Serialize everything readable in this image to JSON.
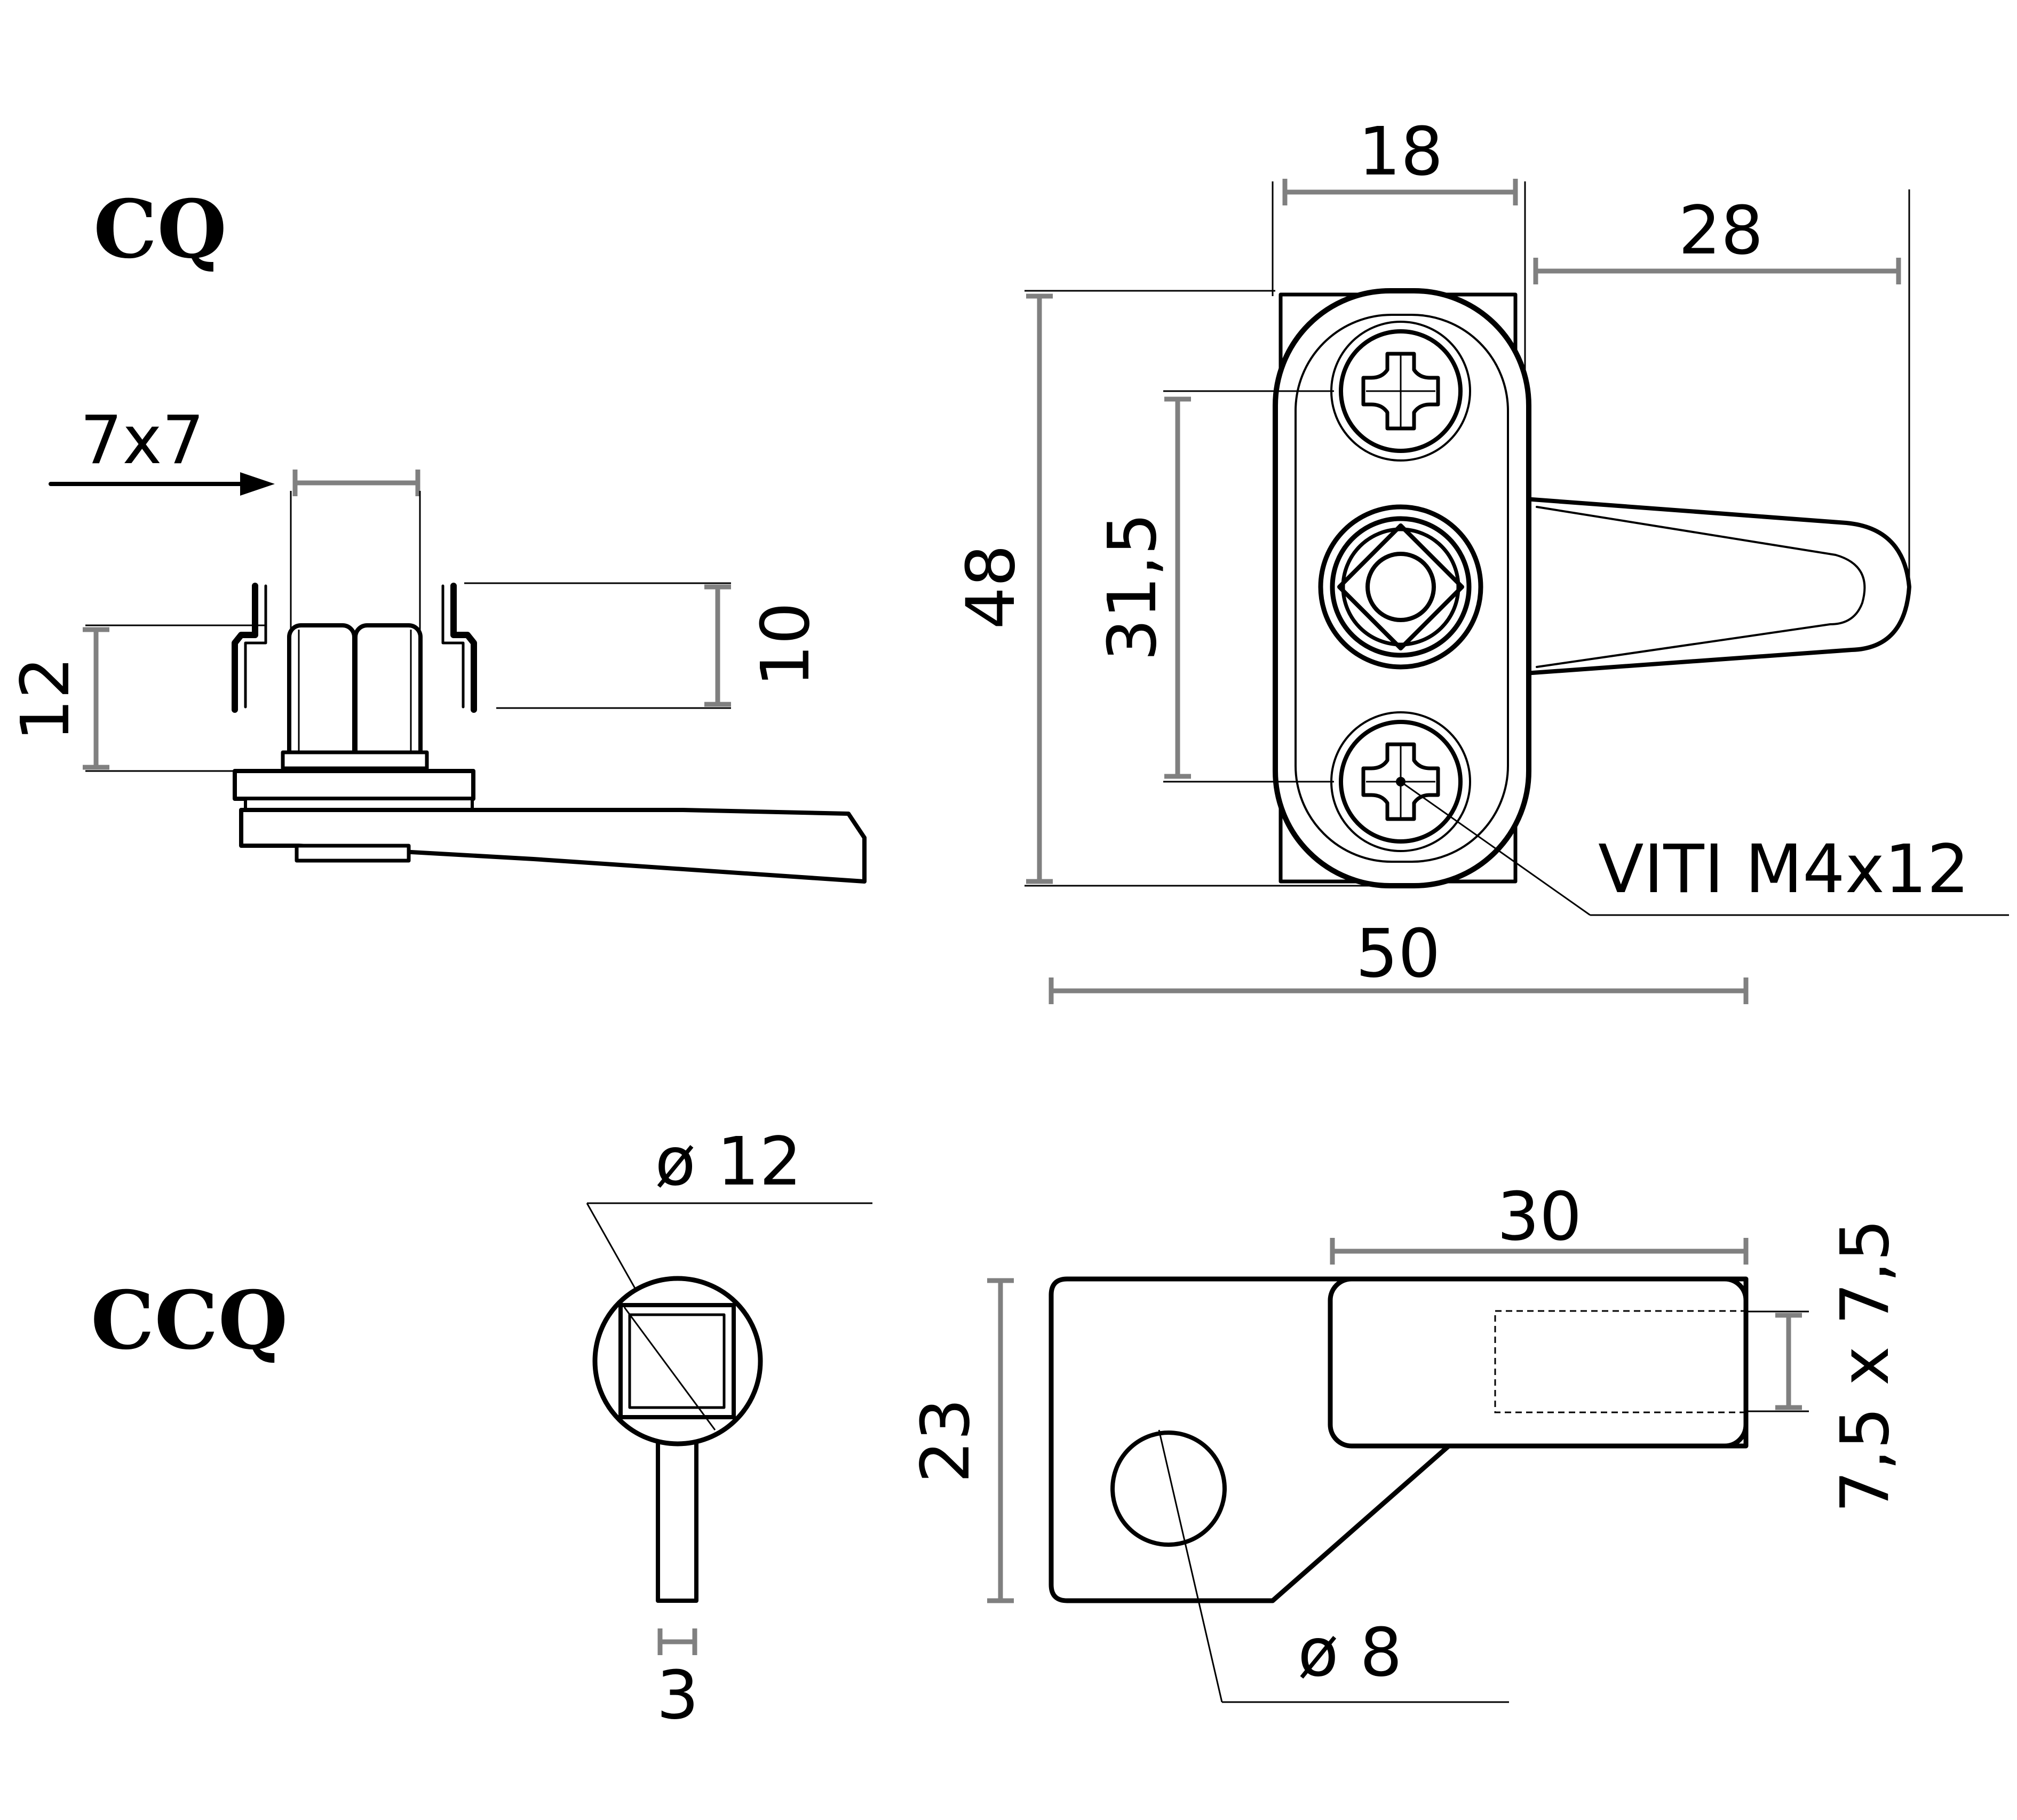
{
  "models": {
    "cq": "CQ",
    "ccq": "CCQ"
  },
  "cq_side": {
    "spindle": "7x7",
    "dim_width_top": "",
    "dim_height": "12",
    "dim_cap": "10"
  },
  "cq_front": {
    "width": "18",
    "offset": "28",
    "height": "48",
    "hole_spacing": "31,5",
    "screws": "VITI M4x12",
    "overall": "50"
  },
  "ccq_end": {
    "diameter": "ø 12",
    "thickness": "3"
  },
  "ccq_side": {
    "length": "30",
    "height": "23",
    "square": "7,5 x 7,5",
    "hole": "ø 8"
  },
  "colors": {
    "line": "#000000",
    "dimension": "#808080",
    "background": "#ffffff"
  }
}
